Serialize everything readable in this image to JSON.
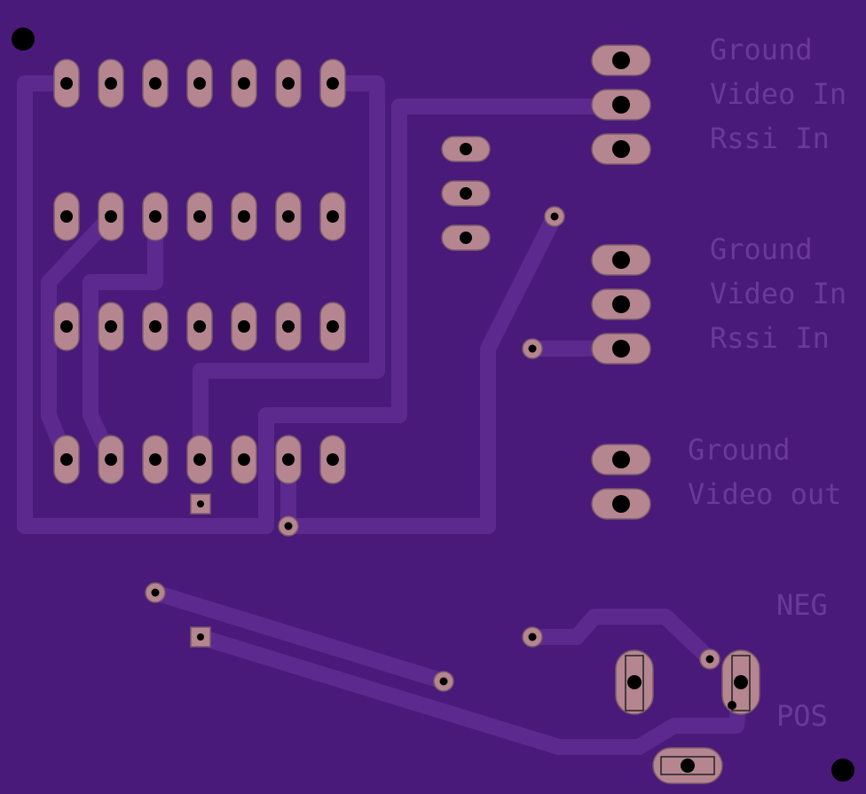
{
  "labels": {
    "connector_a": [
      "Ground",
      "Video In",
      "Rssi In"
    ],
    "connector_b": [
      "Ground",
      "Video In",
      "Rssi In"
    ],
    "connector_c": [
      "Ground",
      "Video out"
    ],
    "neg": "NEG",
    "pos": "POS"
  },
  "colors": {
    "board": "#4a1a7a",
    "trace": "#5c2a8e",
    "pad": "#b58690",
    "silkscreen": "#6a3a98",
    "drill": "#000000"
  }
}
